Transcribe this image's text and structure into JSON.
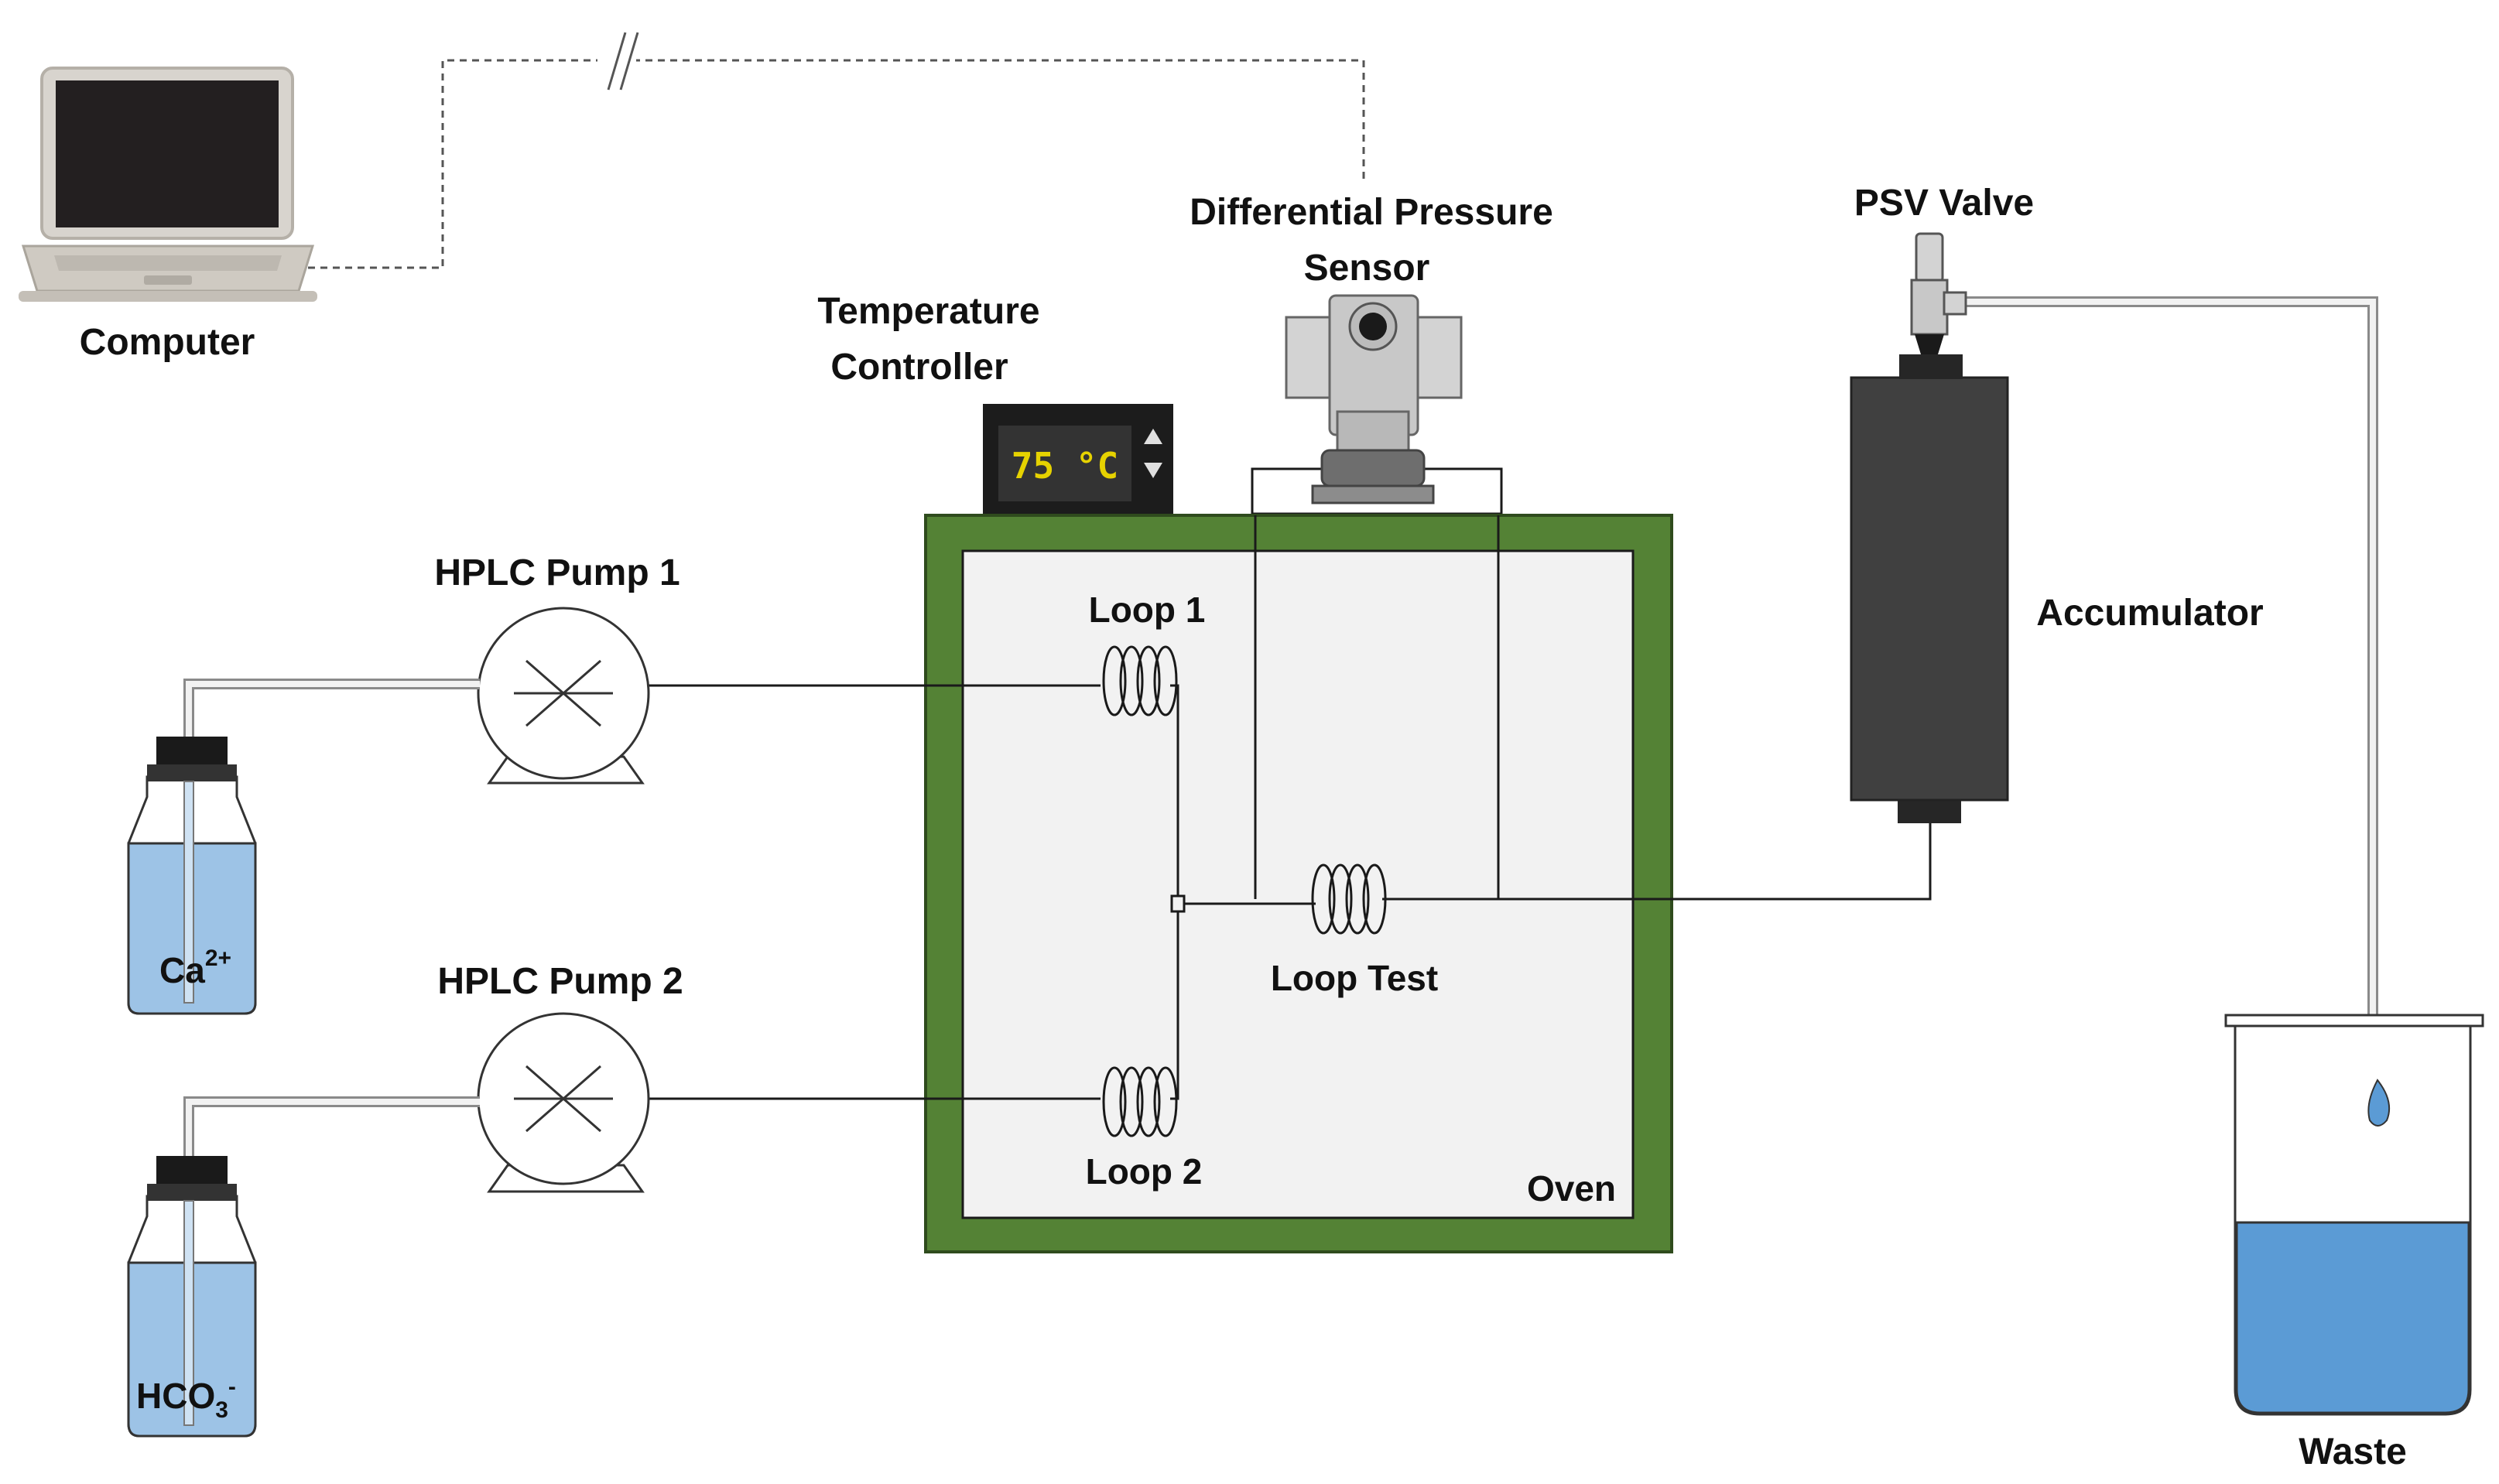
{
  "labels": {
    "computer": "Computer",
    "differential_pressure_sensor_line1": "Differential Pressure",
    "differential_pressure_sensor_line2": "Sensor",
    "temperature_controller_line1": "Temperature",
    "temperature_controller_line2": "Controller",
    "psv_valve": "PSV Valve",
    "accumulator": "Accumulator",
    "hplc_pump_1": "HPLC Pump 1",
    "hplc_pump_2": "HPLC Pump 2",
    "loop_1": "Loop 1",
    "loop_2": "Loop 2",
    "loop_test": "Loop Test",
    "oven": "Oven",
    "waste": "Waste"
  },
  "reagents": {
    "bottle_1_base": "Ca",
    "bottle_1_charge": "2+",
    "bottle_2_base": "HCO",
    "bottle_2_subscript": "3",
    "bottle_2_charge": "-"
  },
  "temperature_display": "75 °C",
  "colors": {
    "oven_wall": "#548235",
    "oven_interior": "#f2f2f2",
    "bottle_liquid": "#9dc3e6",
    "waste_liquid": "#5b9bd5",
    "accumulator_body": "#404040",
    "display_text": "#e6d200"
  },
  "icons": {
    "computer": "laptop-icon",
    "pump": "pump-icon",
    "bottle": "reagent-bottle-icon",
    "sensor": "pressure-sensor-icon",
    "beaker": "beaker-icon"
  }
}
